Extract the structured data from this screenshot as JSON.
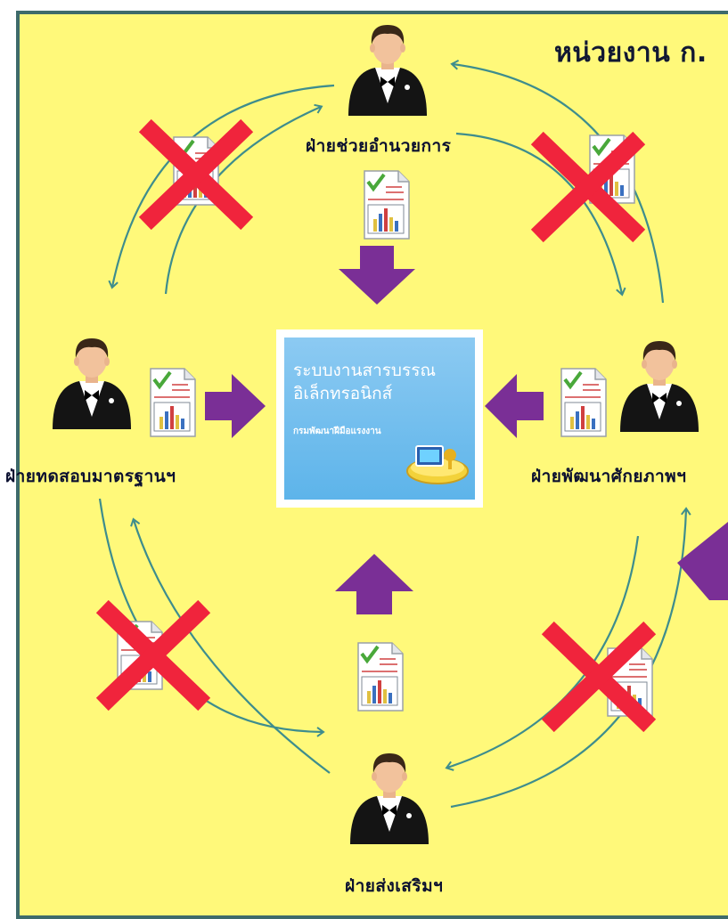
{
  "title": "หน่วยงาน ก.",
  "departments": {
    "top": "ฝ่ายช่วยอำนวยการ",
    "left": "ฝ่ายทดสอบมาตรฐานฯ",
    "right": "ฝ่ายพัฒนาศักยภาพฯ",
    "bottom": "ฝ่ายส่งเสริมฯ"
  },
  "system": {
    "title_line1": "ระบบงานสารบรรณ",
    "title_line2": "อิเล็กทรอนิกส์",
    "subtitle": "กรมพัฒนาฝีมือแรงงาน"
  },
  "colors": {
    "background": "#fff97a",
    "border": "#3e6b6b",
    "arrow_block": "#7a2f96",
    "flow_arrow": "#3e8d8d",
    "cross": "#f0243c",
    "system_panel": "#5db4ea"
  },
  "icons": [
    "person-icon",
    "document-chart-icon",
    "computer-icon",
    "cross-icon",
    "block-arrow-icon"
  ]
}
